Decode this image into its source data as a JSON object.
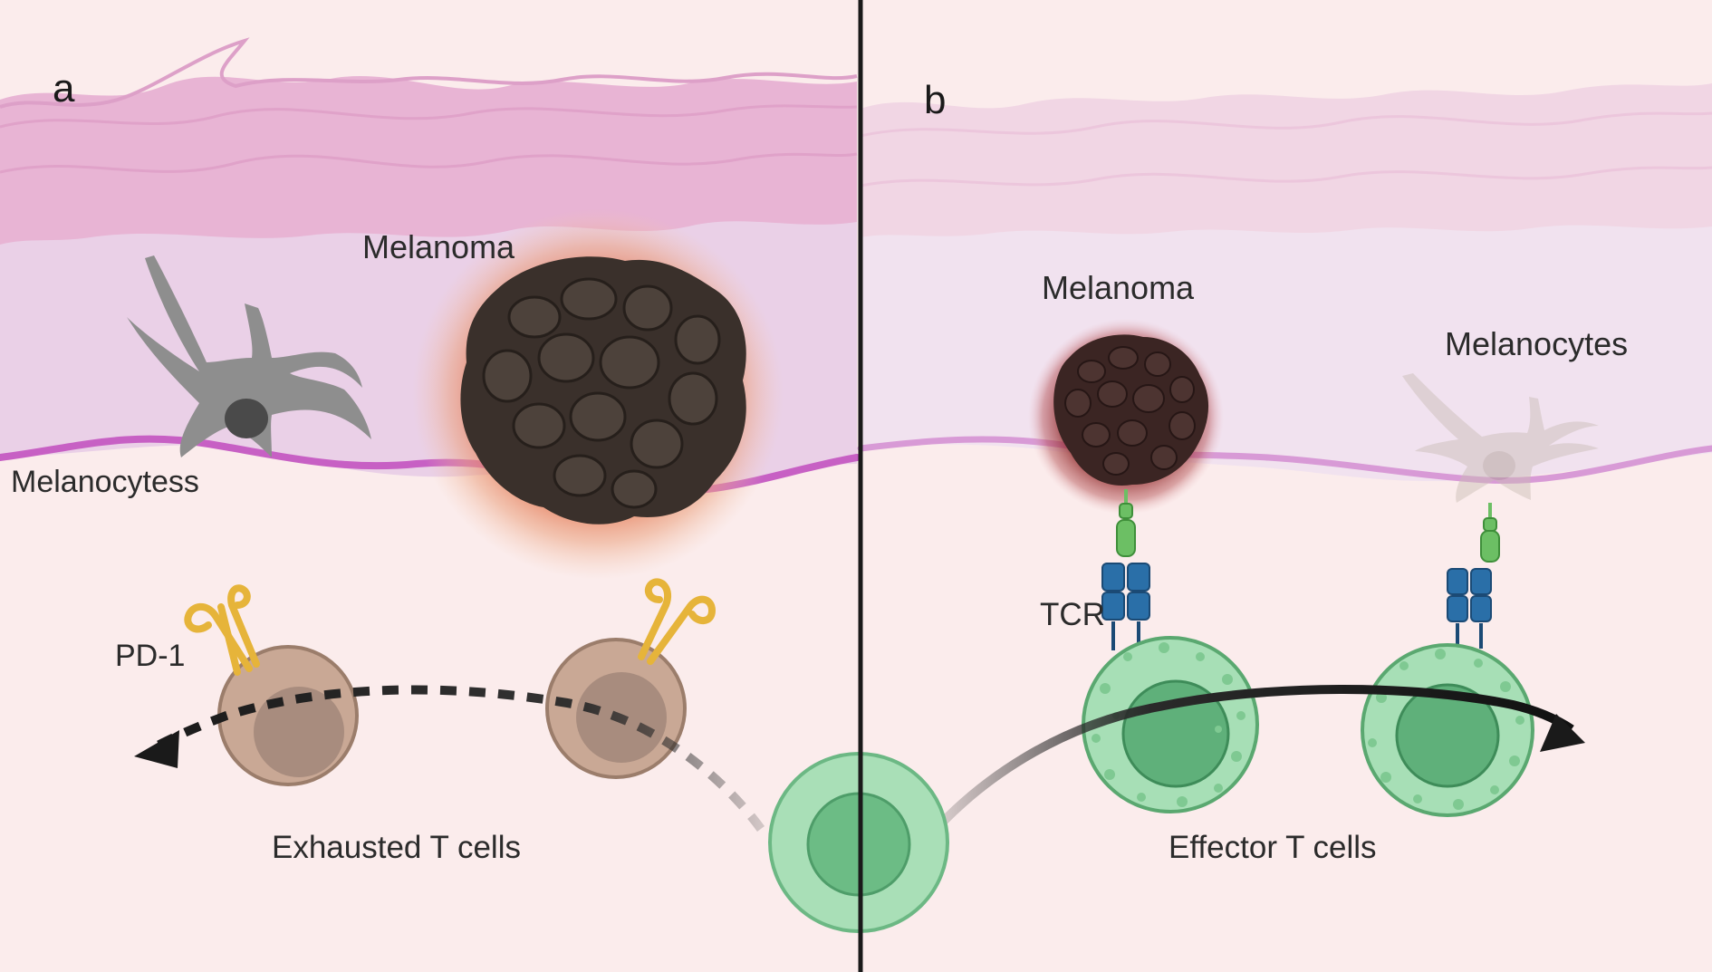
{
  "panels": {
    "a": {
      "letter": "a",
      "melanoma_label": "Melanoma",
      "melanocytes_label": "Melanocytess",
      "receptor_label": "PD-1",
      "cells_label": "Exhausted T cells"
    },
    "b": {
      "letter": "b",
      "melanoma_label": "Melanoma",
      "melanocytes_label": "Melanocytes",
      "receptor_label": "TCR",
      "cells_label": "Effector T cells"
    }
  },
  "colors": {
    "background": "#fbecec",
    "epidermis": "#e9b4d3",
    "dermis_layer": "#e9cfe6",
    "basement_membrane": "#c760c4",
    "melanoma": "#3a302b",
    "exhausted_t_cell": "#c9a895",
    "effector_t_cell": "#9fdcb0",
    "pd1_receptor": "#e6b43a",
    "tcr_receptor": "#2a6fa8",
    "antigen": "#6cbf64",
    "divider": "#1a1a1a"
  }
}
